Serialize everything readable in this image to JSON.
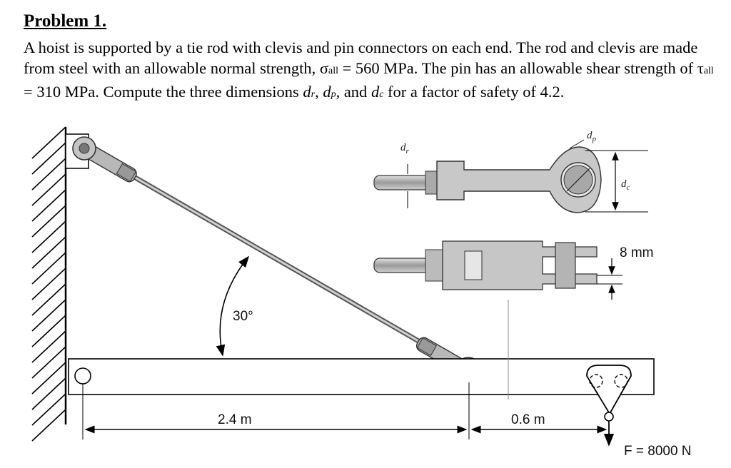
{
  "problem": {
    "heading": "Problem 1.",
    "text_1": "A hoist is supported by a tie rod with clevis and pin connectors on each end. The rod and clevis are made from steel with an allowable normal strength, ",
    "sigma_symbol": "σ",
    "sigma_sub": "all",
    "sigma_value": " = 560 MPa. The pin has an allowable shear strength of ",
    "tau_symbol": "τ",
    "tau_sub": "all",
    "tau_value": " = 310 MPa. Compute the three dimensions ",
    "dr_symbol": "d",
    "dr_sub": "r",
    "comma_1": ", ",
    "dp_symbol": "d",
    "dp_sub": "p",
    "and_word": ", and ",
    "dc_symbol": "d",
    "dc_sub": "c",
    "text_end": " for a factor of safety of 4.2."
  },
  "figure": {
    "angle_label": "30°",
    "dim_left": "2.4 m",
    "dim_right": "0.6 m",
    "thickness_label": "8 mm",
    "force_label": "F = 8000 N",
    "label_dr_main": "d",
    "label_dr_sub": "r",
    "label_dp_main": "d",
    "label_dp_sub": "p",
    "label_dc_main": "d",
    "label_dc_sub": "c"
  },
  "colors": {
    "steel_light": "#c9c9c9",
    "steel_dark": "#8a8a8a",
    "outline": "#222222"
  }
}
